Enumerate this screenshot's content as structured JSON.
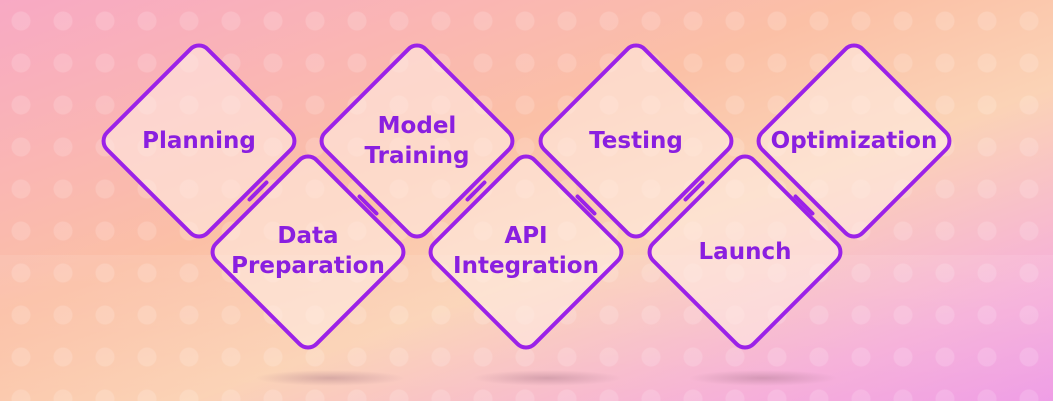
{
  "colors": {
    "accent": "#9b22e8",
    "label_text": "#8a1fe0",
    "card_fill": "#ffece4"
  },
  "steps": [
    {
      "label_line1": "Planning",
      "label_line2": ""
    },
    {
      "label_line1": "Data",
      "label_line2": "Preparation"
    },
    {
      "label_line1": "Model",
      "label_line2": "Training"
    },
    {
      "label_line1": "API",
      "label_line2": "Integration"
    },
    {
      "label_line1": "Testing",
      "label_line2": ""
    },
    {
      "label_line1": "Launch",
      "label_line2": ""
    },
    {
      "label_line1": "Optimization",
      "label_line2": ""
    }
  ]
}
